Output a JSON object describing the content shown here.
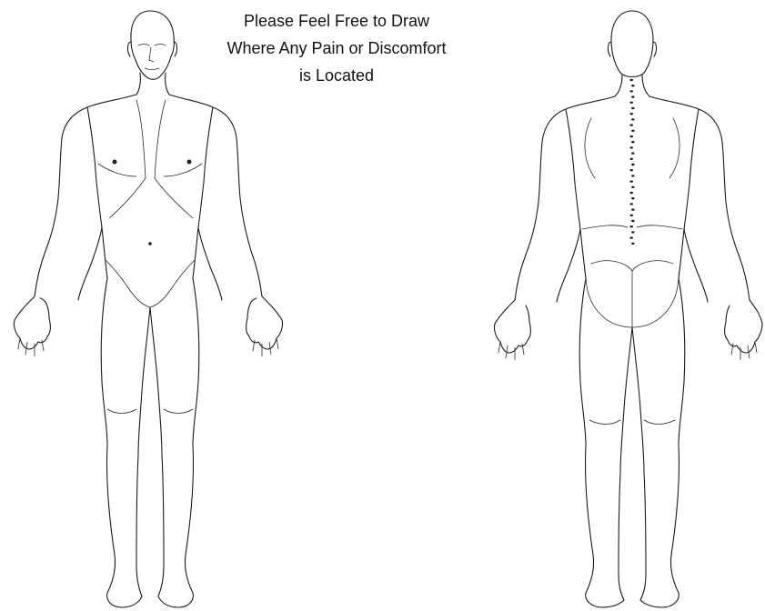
{
  "instructions": {
    "line1": "Please Feel Free to Draw",
    "line2": "Where Any Pain or Discomfort",
    "line3": "is Located"
  },
  "figures": {
    "front_icon": "human-body-front-outline",
    "back_icon": "human-body-back-outline",
    "line_color": "#1a1a1a",
    "background": "#ffffff"
  }
}
